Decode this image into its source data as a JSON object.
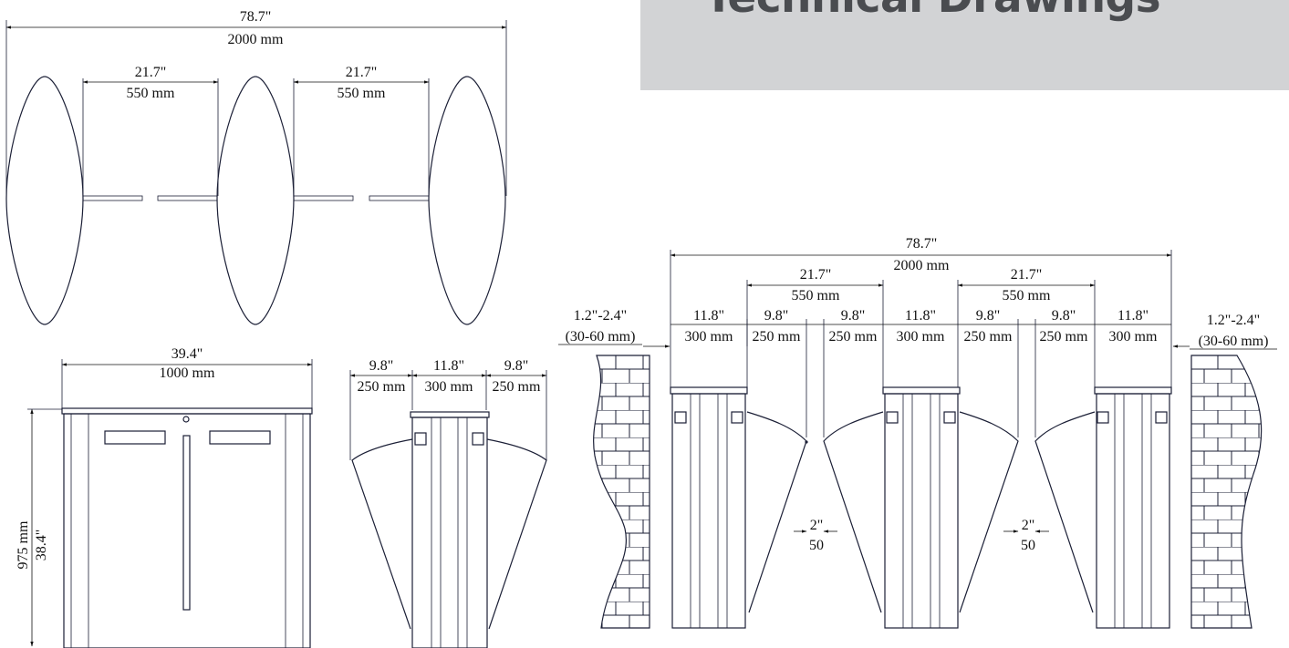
{
  "header": {
    "title": "Technical Drawings"
  },
  "top_view": {
    "overall": {
      "in": "78.7\"",
      "mm": "2000 mm"
    },
    "gap1": {
      "in": "21.7\"",
      "mm": "550 mm"
    },
    "gap2": {
      "in": "21.7\"",
      "mm": "550 mm"
    }
  },
  "front_view": {
    "width": {
      "in": "39.4\"",
      "mm": "1000 mm"
    },
    "height": {
      "in": "38.4\"",
      "mm": "975 mm"
    }
  },
  "side_view": {
    "left_wing": {
      "in": "9.8\"",
      "mm": "250 mm"
    },
    "body": {
      "in": "11.8\"",
      "mm": "300 mm"
    },
    "right_wing": {
      "in": "9.8\"",
      "mm": "250 mm"
    }
  },
  "installation_view": {
    "overall": {
      "in": "78.7\"",
      "mm": "2000 mm"
    },
    "lane1": {
      "in": "21.7\"",
      "mm": "550 mm"
    },
    "lane2": {
      "in": "21.7\"",
      "mm": "550 mm"
    },
    "wall_gap_left": {
      "in": "1.2\"-2.4\"",
      "mm": "(30-60 mm)"
    },
    "wall_gap_right": {
      "in": "1.2\"-2.4\"",
      "mm": "(30-60 mm)"
    },
    "segments": [
      {
        "in": "11.8\"",
        "mm": "300 mm"
      },
      {
        "in": "9.8\"",
        "mm": "250 mm"
      },
      {
        "in": "9.8\"",
        "mm": "250 mm"
      },
      {
        "in": "11.8\"",
        "mm": "300 mm"
      },
      {
        "in": "9.8\"",
        "mm": "250 mm"
      },
      {
        "in": "9.8\"",
        "mm": "250 mm"
      },
      {
        "in": "11.8\"",
        "mm": "300 mm"
      }
    ],
    "gap1": {
      "in": "2\"",
      "mm": "50"
    },
    "gap2": {
      "in": "2\"",
      "mm": "50"
    }
  }
}
